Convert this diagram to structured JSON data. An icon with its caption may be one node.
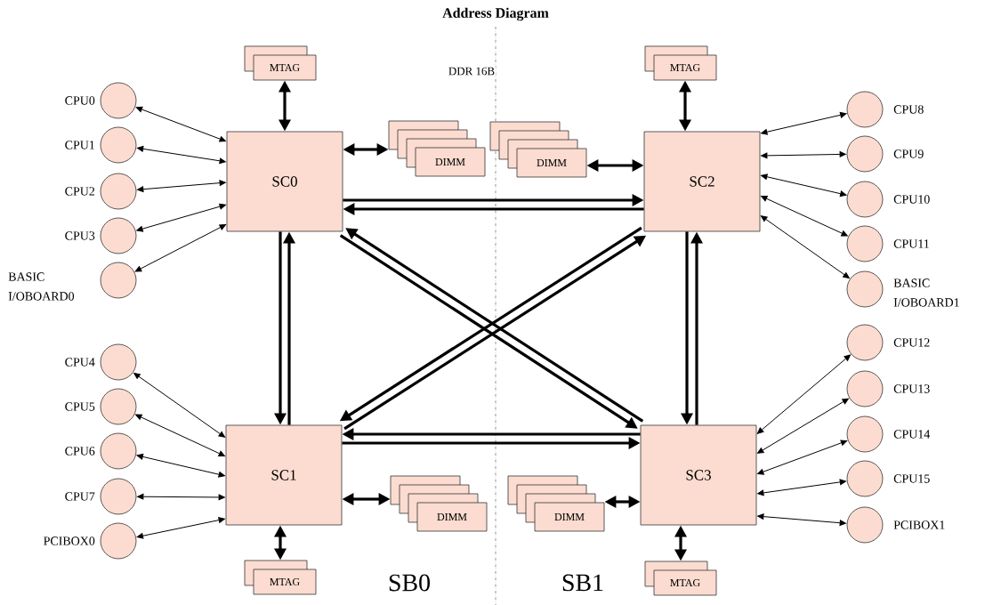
{
  "diagram": {
    "title": "Address Diagram",
    "nodes": [
      {
        "text": [
          "SC0"
        ]
      },
      {
        "text": [
          "SC1"
        ]
      },
      {
        "text": [
          "SC2"
        ]
      },
      {
        "text": [
          "SC3"
        ]
      },
      {
        "text": [
          "MTAG"
        ]
      },
      {
        "text": [
          "MTAG"
        ]
      },
      {
        "text": [
          "MTAG"
        ]
      },
      {
        "text": [
          "MTAG"
        ]
      },
      {
        "text": [
          "DIMM"
        ]
      },
      {
        "text": [
          "DIMM"
        ]
      },
      {
        "text": [
          "DIMM"
        ]
      },
      {
        "text": [
          "DIMM"
        ]
      },
      {
        "text": [],
        "shape": "circle",
        "beside": [
          "CPU0"
        ]
      },
      {
        "text": [],
        "shape": "circle",
        "beside": [
          "CPU1"
        ]
      },
      {
        "text": [],
        "shape": "circle",
        "beside": [
          "CPU2"
        ]
      },
      {
        "text": [],
        "shape": "circle",
        "beside": [
          "CPU3"
        ]
      },
      {
        "text": [],
        "shape": "circle",
        "beside": [
          "BASIC I/OBOARD0"
        ]
      },
      {
        "text": [],
        "shape": "circle",
        "beside": [
          "CPU4"
        ]
      },
      {
        "text": [],
        "shape": "circle",
        "beside": [
          "CPU5"
        ]
      },
      {
        "text": [],
        "shape": "circle",
        "beside": [
          "CPU6"
        ]
      },
      {
        "text": [],
        "shape": "circle",
        "beside": [
          "CPU7"
        ]
      },
      {
        "text": [],
        "shape": "circle",
        "beside": [
          "PCIBOX0"
        ]
      },
      {
        "text": [],
        "shape": "circle",
        "beside": [
          "CPU8"
        ]
      },
      {
        "text": [],
        "shape": "circle",
        "beside": [
          "CPU9"
        ]
      },
      {
        "text": [],
        "shape": "circle",
        "beside": [
          "CPU10"
        ]
      },
      {
        "text": [],
        "shape": "circle",
        "beside": [
          "CPU11"
        ]
      },
      {
        "text": [],
        "shape": "circle",
        "beside": [
          "BASIC I/OBOARD1"
        ]
      },
      {
        "text": [],
        "shape": "circle",
        "beside": [
          "CPU12"
        ]
      },
      {
        "text": [],
        "shape": "circle",
        "beside": [
          "CPU13"
        ]
      },
      {
        "text": [],
        "shape": "circle",
        "beside": [
          "CPU14"
        ]
      },
      {
        "text": [],
        "shape": "circle",
        "beside": [
          "CPU15"
        ]
      },
      {
        "text": [],
        "shape": "circle",
        "beside": [
          "PCIBOX1"
        ]
      }
    ],
    "edges": [
      {
        "from": 12,
        "to": 0,
        "arrow": "both"
      },
      {
        "from": 13,
        "to": 0,
        "arrow": "both"
      },
      {
        "from": 14,
        "to": 0,
        "arrow": "both"
      },
      {
        "from": 15,
        "to": 0,
        "arrow": "both"
      },
      {
        "from": 16,
        "to": 0,
        "arrow": "both"
      },
      {
        "from": 17,
        "to": 1,
        "arrow": "both"
      },
      {
        "from": 18,
        "to": 1,
        "arrow": "both"
      },
      {
        "from": 19,
        "to": 1,
        "arrow": "both"
      },
      {
        "from": 20,
        "to": 1,
        "arrow": "both"
      },
      {
        "from": 21,
        "to": 1,
        "arrow": "both"
      },
      {
        "from": 22,
        "to": 2,
        "arrow": "both"
      },
      {
        "from": 23,
        "to": 2,
        "arrow": "both"
      },
      {
        "from": 24,
        "to": 2,
        "arrow": "both"
      },
      {
        "from": 25,
        "to": 2,
        "arrow": "both"
      },
      {
        "from": 26,
        "to": 2,
        "arrow": "both"
      },
      {
        "from": 27,
        "to": 3,
        "arrow": "both"
      },
      {
        "from": 28,
        "to": 3,
        "arrow": "both"
      },
      {
        "from": 29,
        "to": 3,
        "arrow": "both"
      },
      {
        "from": 30,
        "to": 3,
        "arrow": "both"
      },
      {
        "from": 31,
        "to": 3,
        "arrow": "both"
      },
      {
        "from": 4,
        "to": 0,
        "arrow": "both",
        "style": "thick"
      },
      {
        "from": 5,
        "to": 2,
        "arrow": "both",
        "style": "thick"
      },
      {
        "from": 6,
        "to": 1,
        "arrow": "both",
        "style": "thick"
      },
      {
        "from": 7,
        "to": 3,
        "arrow": "both",
        "style": "thick"
      },
      {
        "from": 8,
        "to": 0,
        "arrow": "both",
        "style": "thick"
      },
      {
        "from": 9,
        "to": 2,
        "arrow": "both",
        "style": "thick"
      },
      {
        "from": 10,
        "to": 1,
        "arrow": "both",
        "style": "thick"
      },
      {
        "from": 11,
        "to": 3,
        "arrow": "both",
        "style": "thick"
      },
      {
        "from": 0,
        "to": 2,
        "arrow": "to",
        "style": "thick"
      },
      {
        "from": 2,
        "to": 0,
        "arrow": "to",
        "style": "thick"
      },
      {
        "from": 0,
        "to": 1,
        "arrow": "to",
        "style": "thick"
      },
      {
        "from": 1,
        "to": 0,
        "arrow": "to",
        "style": "thick"
      },
      {
        "from": 2,
        "to": 3,
        "arrow": "to",
        "style": "thick"
      },
      {
        "from": 3,
        "to": 2,
        "arrow": "to",
        "style": "thick"
      },
      {
        "from": 0,
        "to": 3,
        "arrow": "to",
        "style": "thick"
      },
      {
        "from": 3,
        "to": 0,
        "arrow": "to",
        "style": "thick"
      },
      {
        "from": 1,
        "to": 2,
        "arrow": "to",
        "style": "thick"
      },
      {
        "from": 2,
        "to": 1,
        "arrow": "to",
        "style": "thick"
      },
      {
        "from": 1,
        "to": 3,
        "arrow": "to",
        "style": "thick"
      },
      {
        "from": 3,
        "to": 1,
        "arrow": "to",
        "style": "thick"
      }
    ],
    "labels": [
      "DDR 16B",
      "SB0",
      "SB1"
    ]
  }
}
